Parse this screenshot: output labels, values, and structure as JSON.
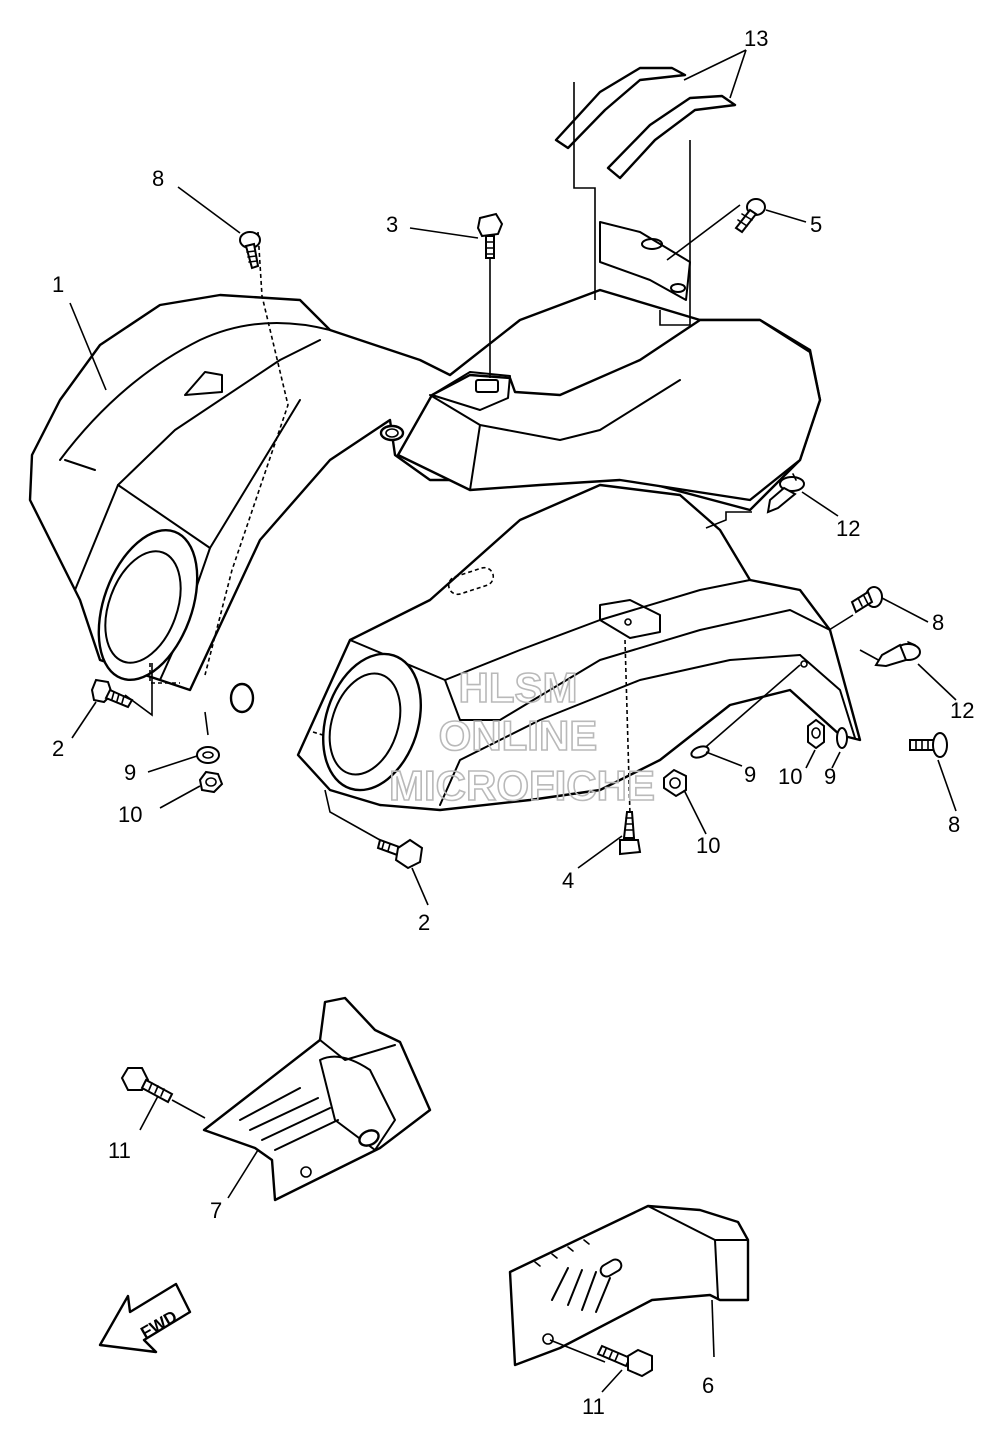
{
  "watermark": {
    "line1": "HLSM",
    "line2": "ONLINE",
    "line3": "MICROFICHE"
  },
  "direction_marker": {
    "label": "FWD"
  },
  "callouts": [
    {
      "id": "c1",
      "text": "1"
    },
    {
      "id": "c2a",
      "text": "2"
    },
    {
      "id": "c2b",
      "text": "2"
    },
    {
      "id": "c3",
      "text": "3"
    },
    {
      "id": "c4",
      "text": "4"
    },
    {
      "id": "c5",
      "text": "5"
    },
    {
      "id": "c6",
      "text": "6"
    },
    {
      "id": "c7",
      "text": "7"
    },
    {
      "id": "c8a",
      "text": "8"
    },
    {
      "id": "c8b",
      "text": "8"
    },
    {
      "id": "c8c",
      "text": "8"
    },
    {
      "id": "c9a",
      "text": "9"
    },
    {
      "id": "c9b",
      "text": "9"
    },
    {
      "id": "c9c",
      "text": "9"
    },
    {
      "id": "c10a",
      "text": "10"
    },
    {
      "id": "c10b",
      "text": "10"
    },
    {
      "id": "c10c",
      "text": "10"
    },
    {
      "id": "c11a",
      "text": "11"
    },
    {
      "id": "c11b",
      "text": "11"
    },
    {
      "id": "c12a",
      "text": "12"
    },
    {
      "id": "c12b",
      "text": "12"
    },
    {
      "id": "c13",
      "text": "13"
    }
  ]
}
